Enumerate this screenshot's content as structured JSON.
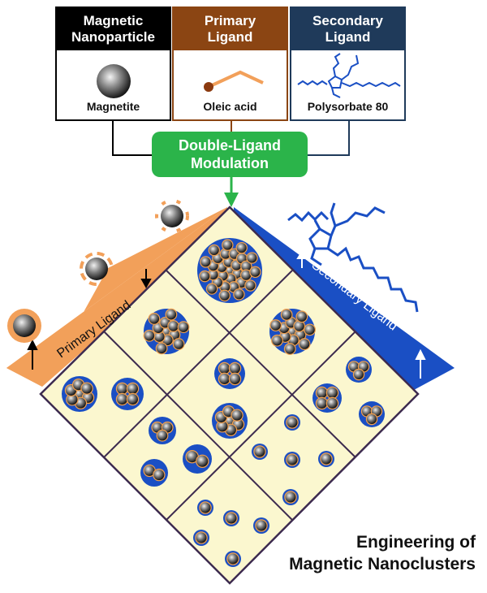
{
  "boxes": {
    "nanoparticle": {
      "title": "Magnetic Nanoparticle",
      "title_line1": "Magnetic",
      "title_line2": "Nanoparticle",
      "caption": "Magnetite",
      "color": "#000000"
    },
    "primary": {
      "title_line1": "Primary",
      "title_line2": "Ligand",
      "caption": "Oleic acid",
      "color": "#8b4513"
    },
    "secondary": {
      "title_line1": "Secondary",
      "title_line2": "Ligand",
      "caption": "Polysorbate 80",
      "color": "#1f3a5a"
    }
  },
  "modulation": {
    "line1": "Double-Ligand",
    "line2": "Modulation",
    "color": "#2bb44a"
  },
  "axes": {
    "primary_label": "Primary Ligand",
    "secondary_label": "Secondary Ligand",
    "primary_color": "#f2a05a",
    "secondary_color": "#1a4fc4"
  },
  "caption": {
    "line1": "Engineering of",
    "line2": "Magnetic Nanoclusters"
  },
  "colors": {
    "cell": "#fbf7cf",
    "grid": "#3d2b4f",
    "cluster_bg": "#1a4fc4",
    "shell": "#f0a050"
  }
}
